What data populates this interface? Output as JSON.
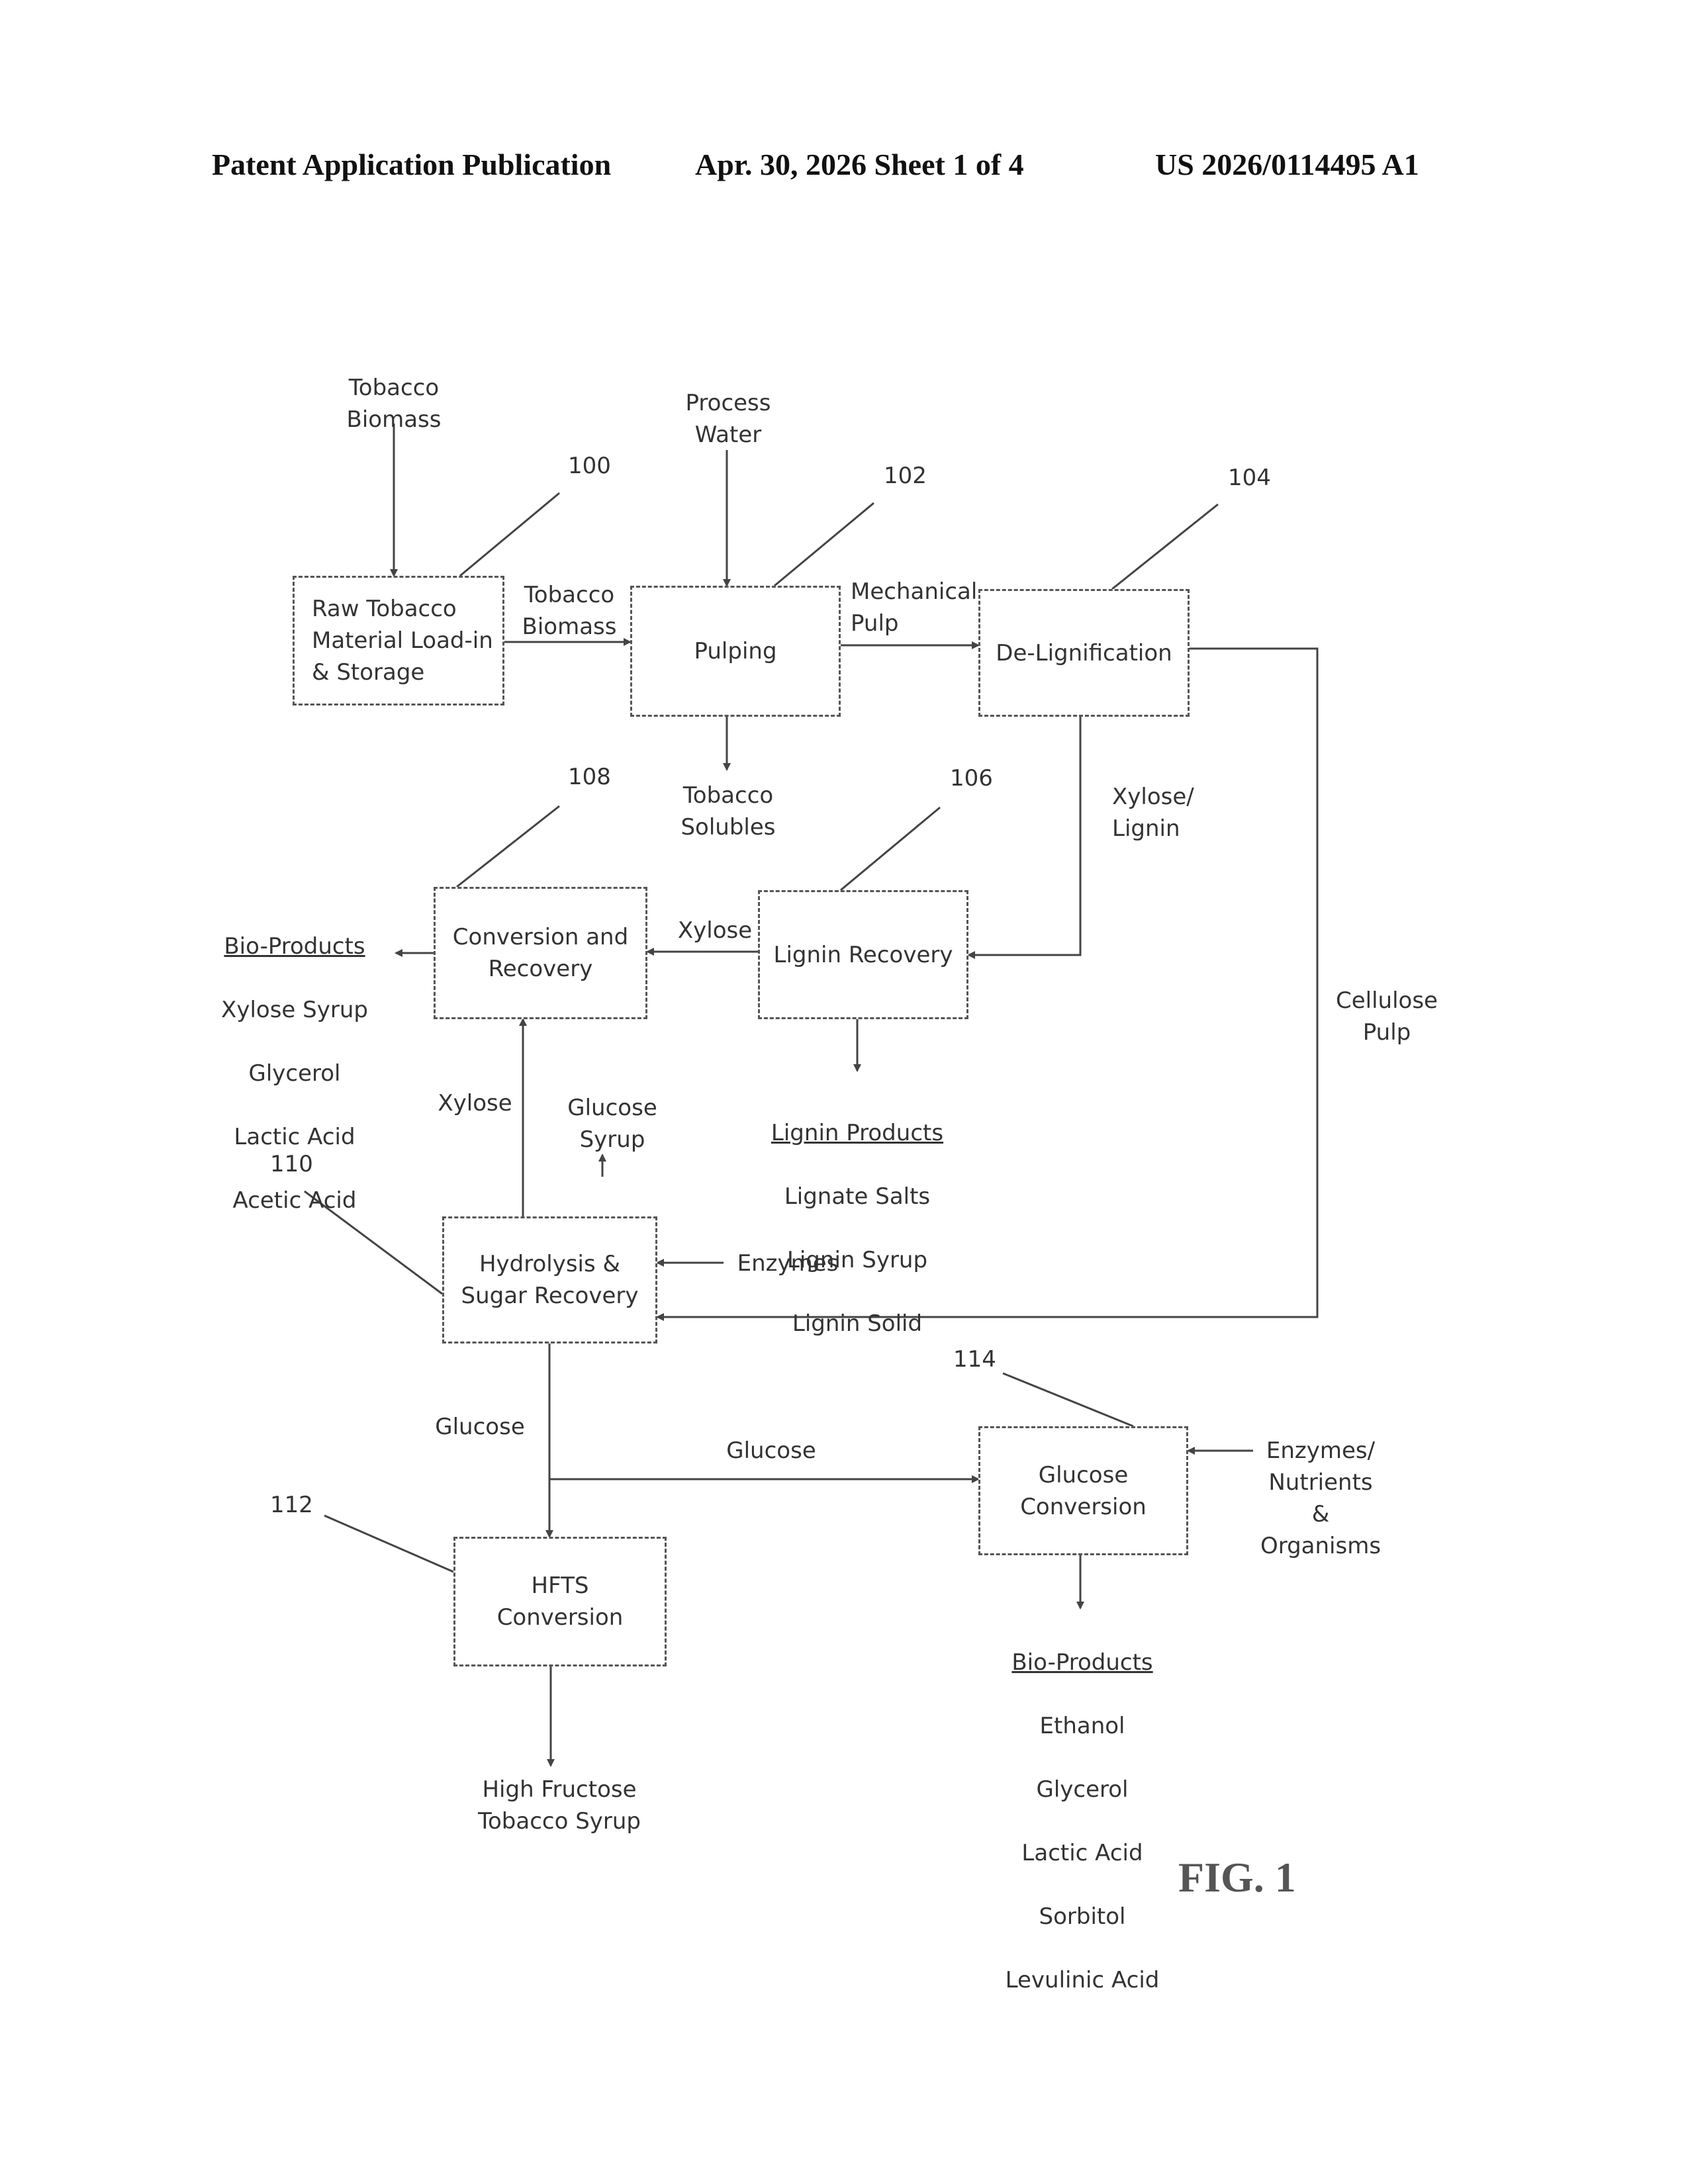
{
  "header": {
    "left": "Patent Application Publication",
    "middle": "Apr. 30, 2026  Sheet 1 of 4",
    "right": "US 2026/0114495 A1"
  },
  "boxes": {
    "b100": "Raw Tobacco\nMaterial Load-in\n& Storage",
    "b102": "Pulping",
    "b104": "De-Lignification",
    "b106": "Lignin Recovery",
    "b108": "Conversion and\nRecovery",
    "b110": "Hydrolysis &\nSugar Recovery",
    "b112": "HFTS\nConversion",
    "b114": "Glucose\nConversion"
  },
  "refs": {
    "r100": "100",
    "r102": "102",
    "r104": "104",
    "r106": "106",
    "r108": "108",
    "r110": "110",
    "r112": "112",
    "r114": "114"
  },
  "labels": {
    "tobacco_biomass_in": "Tobacco\nBiomass",
    "process_water": "Process\nWater",
    "tobacco_biomass_flow": "Tobacco\nBiomass",
    "mechanical_pulp": "Mechanical\nPulp",
    "tobacco_solubles": "Tobacco\nSolubles",
    "xylose_lignin": "Xylose/\nLignin",
    "xylose_top": "Xylose",
    "cellulose_pulp": "Cellulose\nPulp",
    "xylose_left": "Xylose",
    "glucose_syrup": "Glucose\nSyrup",
    "enzymes": "Enzymes",
    "glucose_down": "Glucose",
    "glucose_right": "Glucose",
    "enzymes_nutrients": "Enzymes/\nNutrients\n&\nOrganisms",
    "high_fructose": "High Fructose\nTobacco Syrup"
  },
  "bio_products_1": {
    "title": "Bio-Products",
    "items": [
      "Xylose Syrup",
      "Glycerol",
      "Lactic Acid",
      "Acetic Acid"
    ]
  },
  "lignin_products": {
    "title": "Lignin Products",
    "items": [
      "Lignate Salts",
      "Lignin Syrup",
      "Lignin Solid"
    ]
  },
  "bio_products_2": {
    "title": "Bio-Products",
    "items": [
      "Ethanol",
      "Glycerol",
      "Lactic Acid",
      "Sorbitol",
      "Levulinic Acid"
    ]
  },
  "figure_label": "FIG. 1"
}
